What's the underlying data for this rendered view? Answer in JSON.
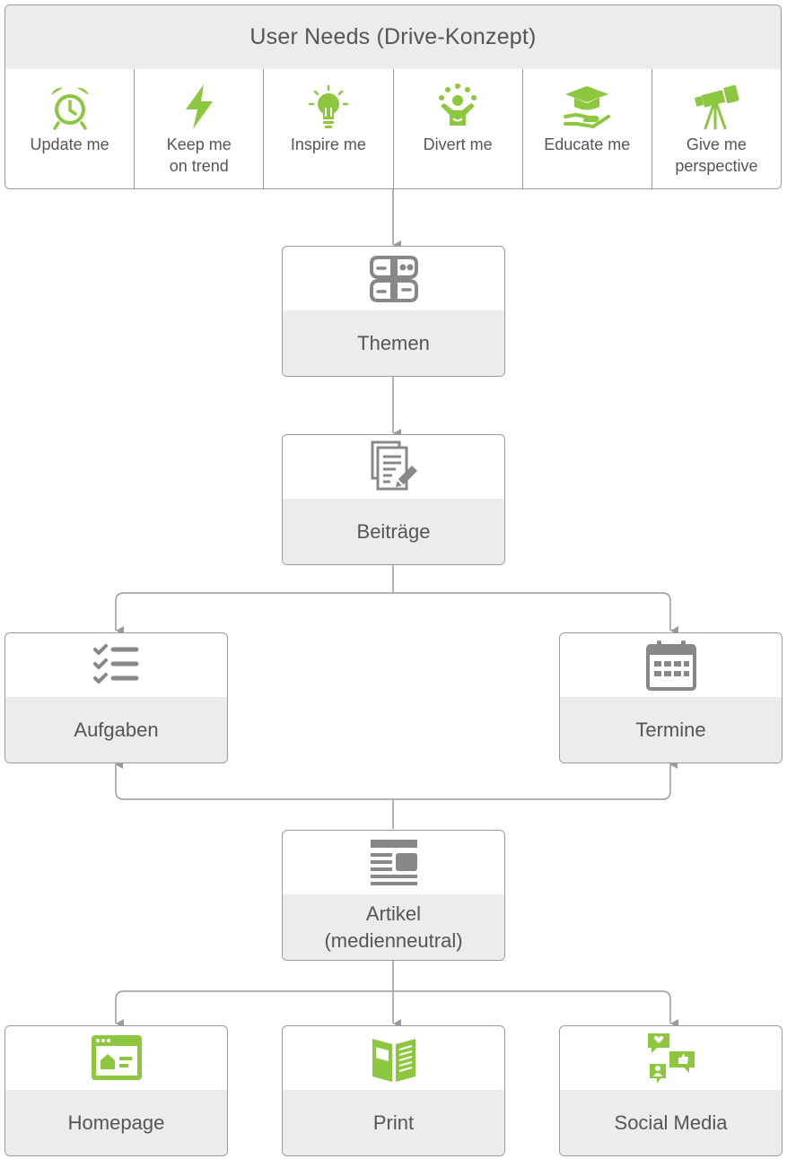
{
  "header": {
    "title": "User Needs (Drive-Konzept)"
  },
  "needs": [
    {
      "label": "Update me",
      "icon": "alarm-clock-icon"
    },
    {
      "label": "Keep me\non trend",
      "icon": "lightning-icon"
    },
    {
      "label": "Inspire me",
      "icon": "lightbulb-icon"
    },
    {
      "label": "Divert me",
      "icon": "juggler-icon"
    },
    {
      "label": "Educate me",
      "icon": "graduation-cap-hand-icon"
    },
    {
      "label": "Give me\nperspective",
      "icon": "telescope-icon"
    }
  ],
  "nodes": {
    "themen": {
      "label": "Themen",
      "icon": "butterfly-topics-icon"
    },
    "beitraege": {
      "label": "Beiträge",
      "icon": "documents-edit-icon"
    },
    "aufgaben": {
      "label": "Aufgaben",
      "icon": "checklist-icon"
    },
    "termine": {
      "label": "Termine",
      "icon": "calendar-icon"
    },
    "artikel": {
      "label": "Artikel\n(medienneutral)",
      "icon": "article-layout-icon"
    },
    "homepage": {
      "label": "Homepage",
      "icon": "website-icon"
    },
    "print": {
      "label": "Print",
      "icon": "newspaper-icon"
    },
    "social": {
      "label": "Social Media",
      "icon": "social-bubbles-icon"
    }
  },
  "colors": {
    "accent_green": "#8dc63f",
    "icon_gray": "#888888",
    "line_gray": "#9a9a9a",
    "fill_gray": "#ececec"
  }
}
